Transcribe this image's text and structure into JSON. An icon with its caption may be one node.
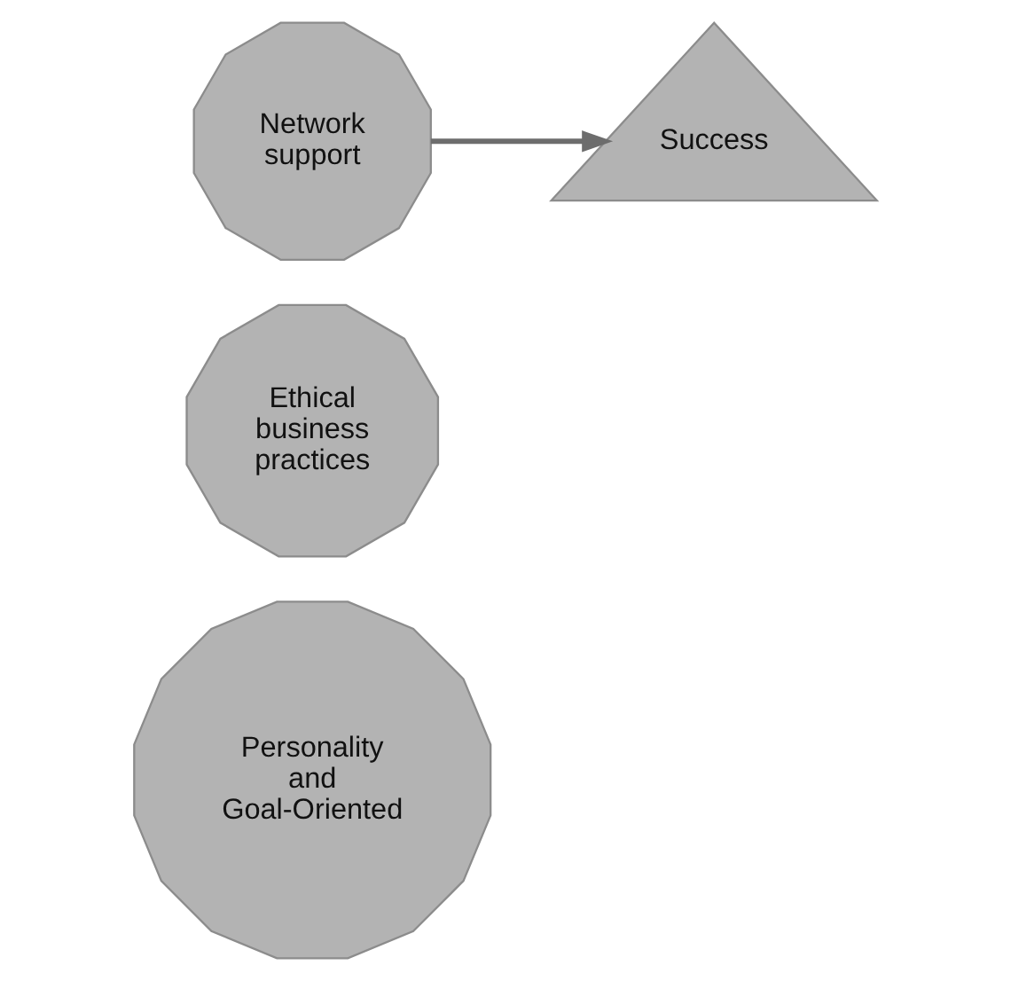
{
  "diagram": {
    "nodes": [
      {
        "text": [
          "Success"
        ]
      },
      {
        "text": [
          "Network support"
        ]
      },
      {
        "text": [
          "Ethical business practices"
        ]
      },
      {
        "text": [
          "Personality and Goal-Oriented"
        ]
      }
    ],
    "edges": [
      {
        "from": 1,
        "to": 0,
        "arrow": "to"
      }
    ]
  }
}
